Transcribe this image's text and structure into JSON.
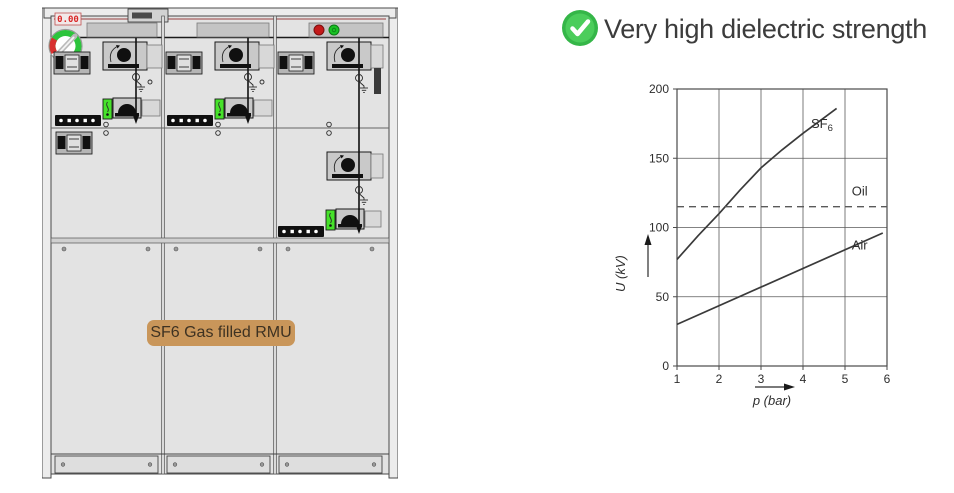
{
  "header": {
    "label": "Very high dielectric strength",
    "check_icon": "green-circle-white-checkmark",
    "check_color": "#3fc14f"
  },
  "rmu": {
    "label": "SF6 Gas filled RMU",
    "label_bg": "#c9965a",
    "display_value": "0.00",
    "gauge": {
      "ring_color": "#2cc43c",
      "warn_color": "#d83030"
    },
    "lamps": {
      "red": "#c41a1a",
      "green": "#19c224"
    },
    "live_indicator_color": "#46e22a"
  },
  "chart_data": {
    "type": "line",
    "title": "",
    "xlabel": "p (bar)",
    "ylabel": "U (kV)",
    "xlim": [
      1,
      6
    ],
    "ylim": [
      0,
      200
    ],
    "xticks": [
      1,
      2,
      3,
      4,
      5,
      6
    ],
    "yticks": [
      0,
      50,
      100,
      150,
      200
    ],
    "grid": true,
    "legend_position": "inline-labels",
    "series": [
      {
        "name": "SF6",
        "subscript_last": true,
        "style": "solid",
        "points": [
          [
            1,
            77
          ],
          [
            1.5,
            94
          ],
          [
            2,
            110
          ],
          [
            2.5,
            127
          ],
          [
            3,
            143
          ],
          [
            3.5,
            156
          ],
          [
            4,
            168
          ],
          [
            4.4,
            177
          ],
          [
            4.8,
            186
          ]
        ],
        "label_at": [
          4.45,
          172
        ]
      },
      {
        "name": "Oil",
        "subscript_last": false,
        "style": "dashed",
        "points": [
          [
            1,
            115
          ],
          [
            6,
            115
          ]
        ],
        "label_at": [
          5.35,
          123
        ]
      },
      {
        "name": "Air",
        "subscript_last": false,
        "style": "solid",
        "points": [
          [
            1,
            30
          ],
          [
            5.9,
            96
          ]
        ],
        "label_at": [
          5.35,
          84
        ]
      }
    ]
  }
}
